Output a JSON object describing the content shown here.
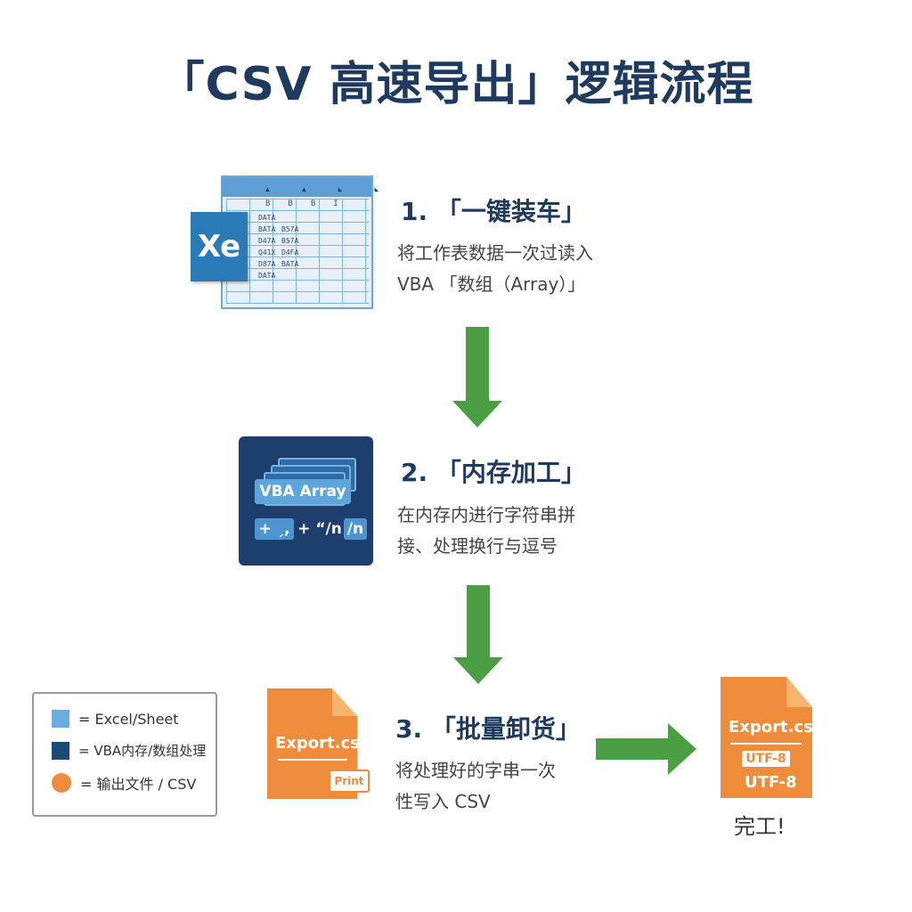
{
  "title": "「CSV 高速导出」逻辑流程",
  "steps": [
    {
      "title": "1. 「一键装车」",
      "desc_lines": [
        "将工作表数据一次过读入",
        "VBA 「数组（Array）」"
      ],
      "icon": {
        "badge": "Xe",
        "col_labels": [
          "B",
          "B",
          "B",
          "I"
        ],
        "rows": [
          [
            "DATA",
            ""
          ],
          [
            "BATA",
            "B57A"
          ],
          [
            "D47A",
            "B57A"
          ],
          [
            "Q41X",
            "D4FA"
          ],
          [
            "D87A",
            "BATA"
          ],
          [
            "DATA",
            ""
          ]
        ]
      }
    },
    {
      "title": "2. 「内存加工」",
      "desc_lines": [
        "在内存内进行字符串拼",
        "接、处理换行与逗号"
      ],
      "icon": {
        "label": "VBA Array",
        "chips": [
          "+ ˏ,",
          "+ “/n",
          "/n"
        ]
      }
    },
    {
      "title": "3. 「批量卸货」",
      "desc_lines": [
        "将处理好的字串一次",
        "性写入 CSV"
      ],
      "icon": {
        "file_name": "Export.csv",
        "tag": "Print"
      }
    }
  ],
  "result": {
    "file_name": "Export.csv",
    "tag": "UTF-8",
    "encoding": "UTF-8",
    "caption": "完工!"
  },
  "legend": [
    {
      "color": "#6aaee0",
      "label": "= Excel/Sheet"
    },
    {
      "color": "#1e4a78",
      "label": "= VBA内存/数组处理"
    },
    {
      "color": "#ef8c3b",
      "label": "= 输出文件 / CSV"
    }
  ],
  "colors": {
    "arrow": "#4a9e43",
    "title": "#1f3a5f",
    "accent_orange": "#ef8c3b",
    "accent_blue": "#2b7ab8",
    "navy": "#1e3f6e"
  }
}
